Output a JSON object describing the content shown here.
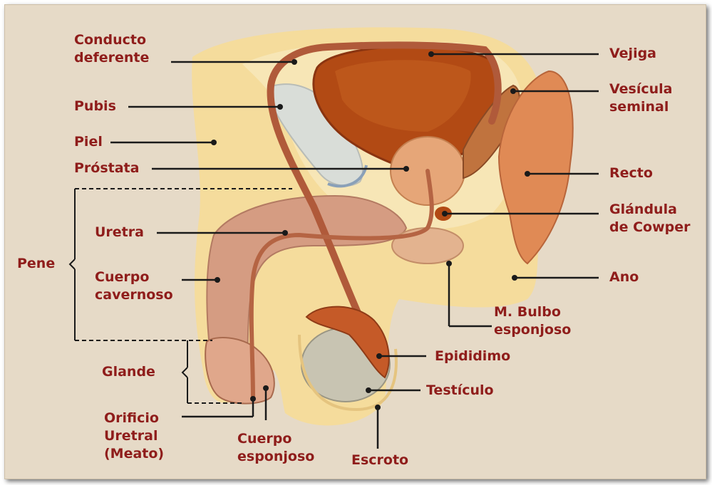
{
  "colors": {
    "background": "#e6dac7",
    "label_text": "#8f1d1b",
    "leader_line": "#1a1a1a",
    "skin": "#f5dc9c",
    "bladder": "#b24a14",
    "vas_deferens": "#b05a3a",
    "pubis_bone": "#d9ddd8",
    "testicle": "#c8c4b2",
    "penis_corpus": "#d59c82"
  },
  "labels": {
    "conducto_deferente": [
      "Conducto",
      "deferente"
    ],
    "pubis": [
      "Pubis"
    ],
    "piel": [
      "Piel"
    ],
    "prostata": [
      "Próstata"
    ],
    "pene": [
      "Pene"
    ],
    "uretra": [
      "Uretra"
    ],
    "cuerpo_cavernoso": [
      "Cuerpo",
      "cavernoso"
    ],
    "glande": [
      "Glande"
    ],
    "orificio_uretral": [
      "Orificio",
      "Uretral",
      "(Meato)"
    ],
    "cuerpo_esponjoso": [
      "Cuerpo",
      "esponjoso"
    ],
    "escroto": [
      "Escroto"
    ],
    "testiculo": [
      "Testículo"
    ],
    "epididimo": [
      "Epididimo"
    ],
    "m_bulbo_esponjoso": [
      "M. Bulbo",
      "esponjoso"
    ],
    "ano": [
      "Ano"
    ],
    "glandula_cowper": [
      "Glándula",
      "de Cowper"
    ],
    "recto": [
      "Recto"
    ],
    "vesicula_seminal": [
      "Vesícula",
      "seminal"
    ],
    "vejiga": [
      "Vejiga"
    ]
  }
}
